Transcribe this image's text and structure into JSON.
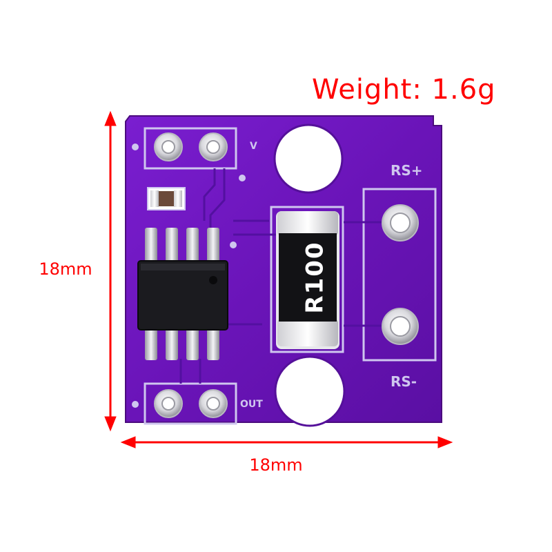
{
  "annotations": {
    "weight": "Weight: 1.6g",
    "height_dimension": "18mm",
    "width_dimension": "18mm",
    "annotation_color": "#ff0000"
  },
  "board": {
    "pcb_color": "#6a14b8",
    "silk_color": "#cfc6ef",
    "silkscreen": {
      "top_header": "V",
      "bottom_header": "OUT",
      "sense_plus": "RS+",
      "sense_minus": "RS-"
    },
    "shunt_resistor_marking": "R100"
  }
}
